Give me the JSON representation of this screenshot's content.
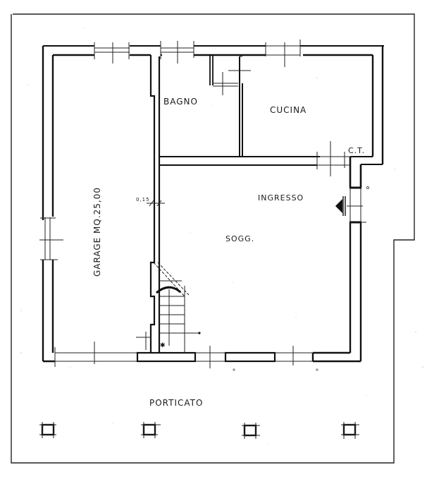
{
  "drawing": {
    "type": "architectural floor plan",
    "style": "hand-drawn ink on scanned paper",
    "ink_color": "#111111",
    "paper_color": "#ffffff"
  },
  "rooms": [
    {
      "id": "garage",
      "label": "GARAGE MQ.25,00",
      "orientation": "vertical"
    },
    {
      "id": "bagno",
      "label": "BAGNO"
    },
    {
      "id": "cucina",
      "label": "CUCINA"
    },
    {
      "id": "ct",
      "label": "C.T."
    },
    {
      "id": "ingresso",
      "label": "INGRESSO"
    },
    {
      "id": "soggiorno",
      "label": "SOGG."
    },
    {
      "id": "porticato",
      "label": "PORTICATO"
    }
  ],
  "annotations": {
    "wall_thickness": "0,15",
    "entrance_marker": "entrance-arrow"
  },
  "columns": {
    "count": 4
  }
}
